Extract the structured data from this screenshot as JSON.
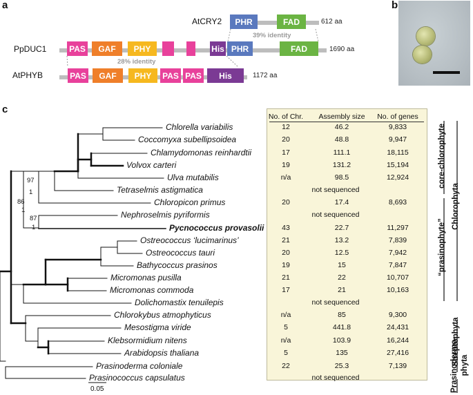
{
  "panels": {
    "a": "a",
    "b": "b",
    "c": "c"
  },
  "domain_colors": {
    "PAS": "#e8419b",
    "GAF": "#ef7f2a",
    "PHY": "#f6b81f",
    "His": "#7b3a94",
    "PHR": "#5a79be",
    "FAD": "#6bb443"
  },
  "panel_a": {
    "proteins": [
      {
        "name": "AtCRY2",
        "length": "612 aa"
      },
      {
        "name": "PpDUC1",
        "length": "1690 aa"
      },
      {
        "name": "AtPHYB",
        "length": "1172 aa"
      }
    ],
    "domains": {
      "pas": "PAS",
      "gaf": "GAF",
      "phy": "PHY",
      "his": "His",
      "phr": "PHR",
      "fad": "FAD"
    },
    "identity_top": "39% identity",
    "identity_bottom": "28% identity"
  },
  "panel_c": {
    "headers": {
      "chr": "No. of Chr.",
      "assembly": "Assembly size",
      "genes": "No. of genes"
    },
    "not_sequenced": "not sequenced",
    "taxa": [
      {
        "name": "Chlorella variabilis",
        "chr": "12",
        "assembly": "46.2",
        "genes": "9,833"
      },
      {
        "name": "Coccomyxa subellipsoidea",
        "chr": "20",
        "assembly": "48.8",
        "genes": "9,947"
      },
      {
        "name": "Chlamydomonas reinhardtii",
        "chr": "17",
        "assembly": "111.1",
        "genes": "18,115"
      },
      {
        "name": "Volvox carteri",
        "chr": "19",
        "assembly": "131.2",
        "genes": "15,194"
      },
      {
        "name": "Ulva mutabilis",
        "chr": "n/a",
        "assembly": "98.5",
        "genes": "12,924"
      },
      {
        "name": "Tetraselmis astigmatica",
        "chr": "",
        "assembly": "",
        "genes": ""
      },
      {
        "name": "Chloropicon primus",
        "chr": "20",
        "assembly": "17.4",
        "genes": "8,693"
      },
      {
        "name": "Nephroselmis pyriformis",
        "chr": "",
        "assembly": "",
        "genes": ""
      },
      {
        "name": "Pycnococcus provasolii",
        "chr": "43",
        "assembly": "22.7",
        "genes": "11,297"
      },
      {
        "name": "Ostreococcus ‘lucimarinus’",
        "chr": "21",
        "assembly": "13.2",
        "genes": "7,839"
      },
      {
        "name": "Ostreococcus tauri",
        "chr": "20",
        "assembly": "12.5",
        "genes": "7,942"
      },
      {
        "name": "Bathycoccus prasinos",
        "chr": "19",
        "assembly": "15",
        "genes": "7,847"
      },
      {
        "name": "Micromonas pusilla",
        "chr": "21",
        "assembly": "22",
        "genes": "10,707"
      },
      {
        "name": "Micromonas commoda",
        "chr": "17",
        "assembly": "21",
        "genes": "10,163"
      },
      {
        "name": "Dolichomastix tenuilepis",
        "chr": "",
        "assembly": "",
        "genes": ""
      },
      {
        "name": "Chlorokybus atmophyticus",
        "chr": "n/a",
        "assembly": "85",
        "genes": "9,300"
      },
      {
        "name": "Mesostigma viride",
        "chr": "5",
        "assembly": "441.8",
        "genes": "24,431"
      },
      {
        "name": "Klebsormidium nitens",
        "chr": "n/a",
        "assembly": "103.9",
        "genes": "16,244"
      },
      {
        "name": "Arabidopsis thaliana",
        "chr": "5",
        "assembly": "135",
        "genes": "27,416"
      },
      {
        "name": "Prasinoderma coloniale",
        "chr": "22",
        "assembly": "25.3",
        "genes": "7,139"
      },
      {
        "name": "Prasinococcus capsulatus",
        "chr": "",
        "assembly": "",
        "genes": ""
      }
    ],
    "bootstrap": {
      "b97": "97",
      "b1a": "1",
      "b86": "86",
      "b1b": "1",
      "b87": "87",
      "b1c": "1"
    },
    "groups": {
      "core": "core-chlorophyte",
      "prasino": "“prasinophyte”",
      "chlorophyta": "Chlorophyta",
      "strepto": "Streptophyta",
      "prasinodermo1": "Prasinodermo-",
      "prasinodermo2": "phyta"
    },
    "scale": "0.05"
  }
}
